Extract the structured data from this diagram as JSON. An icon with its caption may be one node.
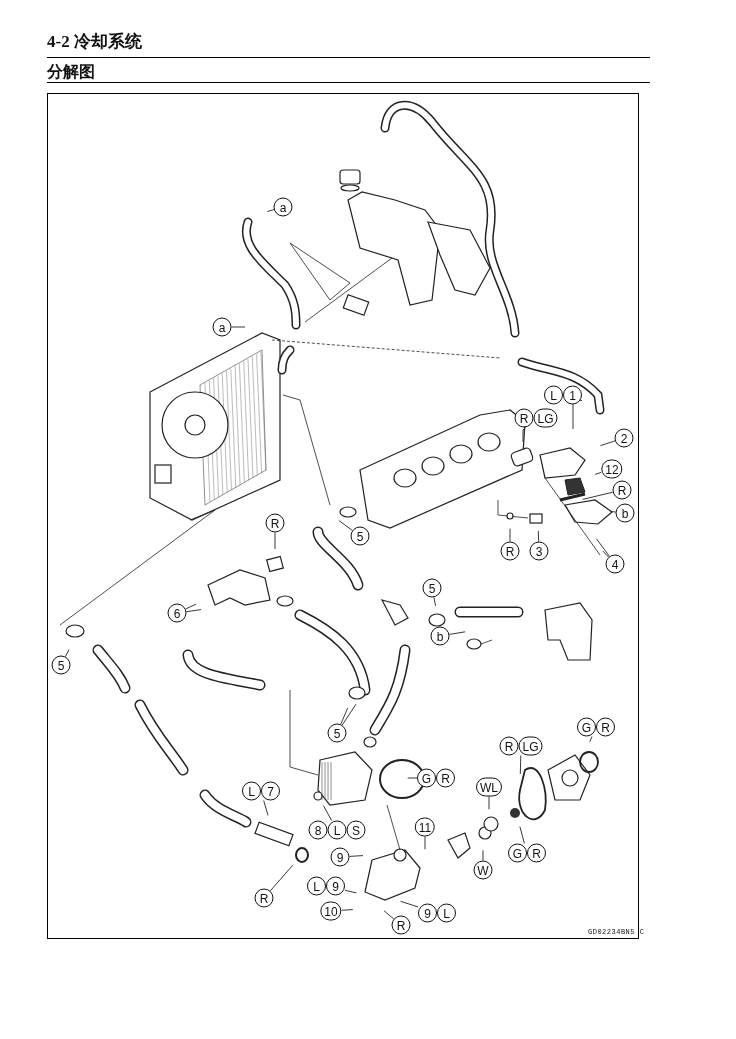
{
  "diagram": {
    "title": "4-2 冷却系统",
    "nodes": [
      {
        "text": [
          "a"
        ]
      },
      {
        "text": [
          "a"
        ]
      },
      {
        "text": [
          "L",
          "1"
        ]
      },
      {
        "text": [
          "R",
          "LG"
        ]
      },
      {
        "text": [
          "2"
        ]
      },
      {
        "text": [
          "12"
        ]
      },
      {
        "text": [
          "R"
        ]
      },
      {
        "text": [
          "b"
        ]
      },
      {
        "text": [
          "R"
        ]
      },
      {
        "text": [
          "3"
        ]
      },
      {
        "text": [
          "4"
        ]
      },
      {
        "text": [
          "5"
        ]
      },
      {
        "text": [
          "R"
        ]
      },
      {
        "text": [
          "6"
        ]
      },
      {
        "text": [
          "5"
        ]
      },
      {
        "text": [
          "b"
        ]
      },
      {
        "text": [
          "5"
        ]
      },
      {
        "text": [
          "5"
        ]
      },
      {
        "text": [
          "G",
          "R"
        ]
      },
      {
        "text": [
          "R",
          "LG"
        ]
      },
      {
        "text": [
          "G",
          "R"
        ]
      },
      {
        "text": [
          "L",
          "7"
        ]
      },
      {
        "text": [
          "WL"
        ]
      },
      {
        "text": [
          "8",
          "L",
          "S"
        ]
      },
      {
        "text": [
          "11"
        ]
      },
      {
        "text": [
          "G",
          "R"
        ]
      },
      {
        "text": [
          "9"
        ]
      },
      {
        "text": [
          "W"
        ]
      },
      {
        "text": [
          "L",
          "9"
        ]
      },
      {
        "text": [
          "R"
        ]
      },
      {
        "text": [
          "10"
        ]
      },
      {
        "text": [
          "R"
        ]
      },
      {
        "text": [
          "9",
          "L"
        ]
      }
    ],
    "edges": [
      {
        "from": 0,
        "to": null,
        "arrow": "none"
      },
      {
        "from": 1,
        "to": null,
        "arrow": "none"
      },
      {
        "from": 2,
        "to": null,
        "arrow": "none"
      },
      {
        "from": 3,
        "to": null,
        "arrow": "none"
      },
      {
        "from": 4,
        "to": null,
        "arrow": "none"
      },
      {
        "from": 5,
        "to": null,
        "arrow": "none"
      },
      {
        "from": 6,
        "to": null,
        "arrow": "none"
      },
      {
        "from": 7,
        "to": null,
        "arrow": "none"
      },
      {
        "from": 8,
        "to": null,
        "arrow": "none"
      },
      {
        "from": 9,
        "to": null,
        "arrow": "none"
      },
      {
        "from": 10,
        "to": null,
        "arrow": "none"
      },
      {
        "from": 10,
        "to": null,
        "arrow": "none"
      },
      {
        "from": 11,
        "to": null,
        "arrow": "none"
      },
      {
        "from": 12,
        "to": null,
        "arrow": "none"
      },
      {
        "from": 13,
        "to": null,
        "arrow": "none"
      },
      {
        "from": 13,
        "to": null,
        "arrow": "none"
      },
      {
        "from": 14,
        "to": null,
        "arrow": "none"
      },
      {
        "from": 15,
        "to": null,
        "arrow": "none"
      },
      {
        "from": 16,
        "to": null,
        "arrow": "none"
      },
      {
        "from": 17,
        "to": null,
        "arrow": "none"
      },
      {
        "from": 17,
        "to": null,
        "arrow": "none"
      },
      {
        "from": 18,
        "to": null,
        "arrow": "none"
      },
      {
        "from": 19,
        "to": null,
        "arrow": "none"
      },
      {
        "from": 20,
        "to": null,
        "arrow": "none"
      },
      {
        "from": 21,
        "to": null,
        "arrow": "none"
      },
      {
        "from": 22,
        "to": null,
        "arrow": "none"
      },
      {
        "from": 23,
        "to": null,
        "arrow": "none"
      },
      {
        "from": 24,
        "to": null,
        "arrow": "none"
      },
      {
        "from": 25,
        "to": null,
        "arrow": "none"
      },
      {
        "from": 26,
        "to": null,
        "arrow": "none"
      },
      {
        "from": 27,
        "to": null,
        "arrow": "none"
      },
      {
        "from": 28,
        "to": null,
        "arrow": "none"
      },
      {
        "from": 29,
        "to": null,
        "arrow": "none"
      },
      {
        "from": 30,
        "to": null,
        "arrow": "none"
      },
      {
        "from": 31,
        "to": null,
        "arrow": "none"
      },
      {
        "from": 32,
        "to": null,
        "arrow": "none"
      }
    ],
    "labels": [
      "分解图",
      "GD02234BN5 C"
    ]
  }
}
